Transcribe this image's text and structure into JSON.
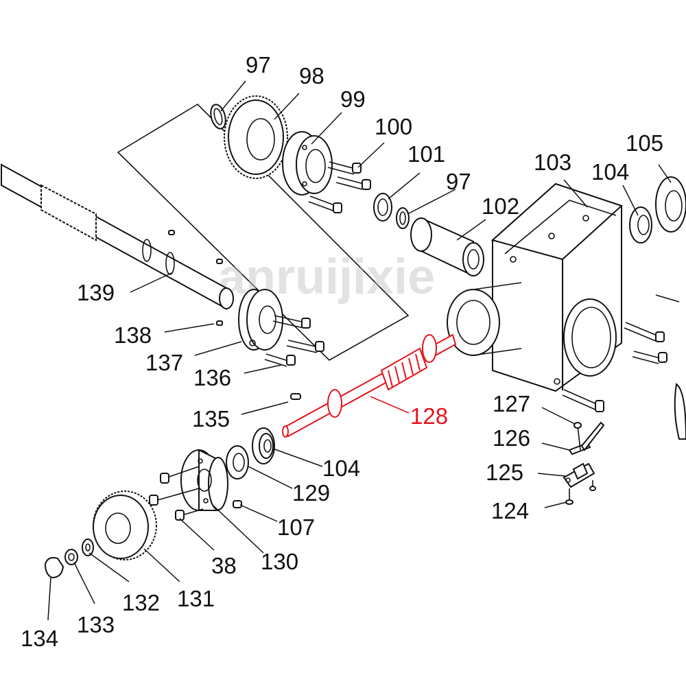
{
  "watermark": "anruijixie",
  "highlight_color": "#e8121b",
  "line_color": "#111111",
  "labels": {
    "p97a": "97",
    "p98": "98",
    "p99": "99",
    "p100": "100",
    "p101": "101",
    "p97b": "97",
    "p102": "102",
    "p103": "103",
    "p104a": "104",
    "p105": "105",
    "p139": "139",
    "p138": "138",
    "p137": "137",
    "p136": "136",
    "p135": "135",
    "p128": "128",
    "p127": "127",
    "p126": "126",
    "p125": "125",
    "p124": "124",
    "p104b": "104",
    "p129": "129",
    "p107": "107",
    "p130": "130",
    "p38": "38",
    "p131": "131",
    "p132": "132",
    "p133": "133",
    "p134": "134"
  }
}
